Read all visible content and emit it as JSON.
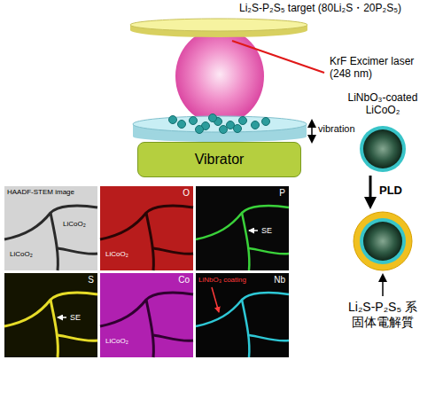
{
  "diagram": {
    "nodes": [
      {
        "text": [
          "Vibrator"
        ]
      },
      {
        "text": [
          "HAADF-STEM image",
          "LiCoO₂",
          "LiCoO₂"
        ]
      },
      {
        "text": [
          "O",
          "LiCoO₂"
        ]
      },
      {
        "text": [
          "P",
          "SE"
        ]
      },
      {
        "text": [
          "S",
          "SE"
        ]
      },
      {
        "text": [
          "Co",
          "LiCoO₂"
        ]
      },
      {
        "text": [
          "Nb",
          "LiNbO₃ coating"
        ]
      }
    ],
    "labels": [
      "Li₂S-P₂S₅ target (80Li₂S・20P₂S₅)",
      "KrF Excimer laser (248 nm)",
      "vibration",
      "LiNbO₃-coated LiCoO₂",
      "PLD",
      "Li₂S-P₂S₅ 系 固体電解質"
    ]
  }
}
